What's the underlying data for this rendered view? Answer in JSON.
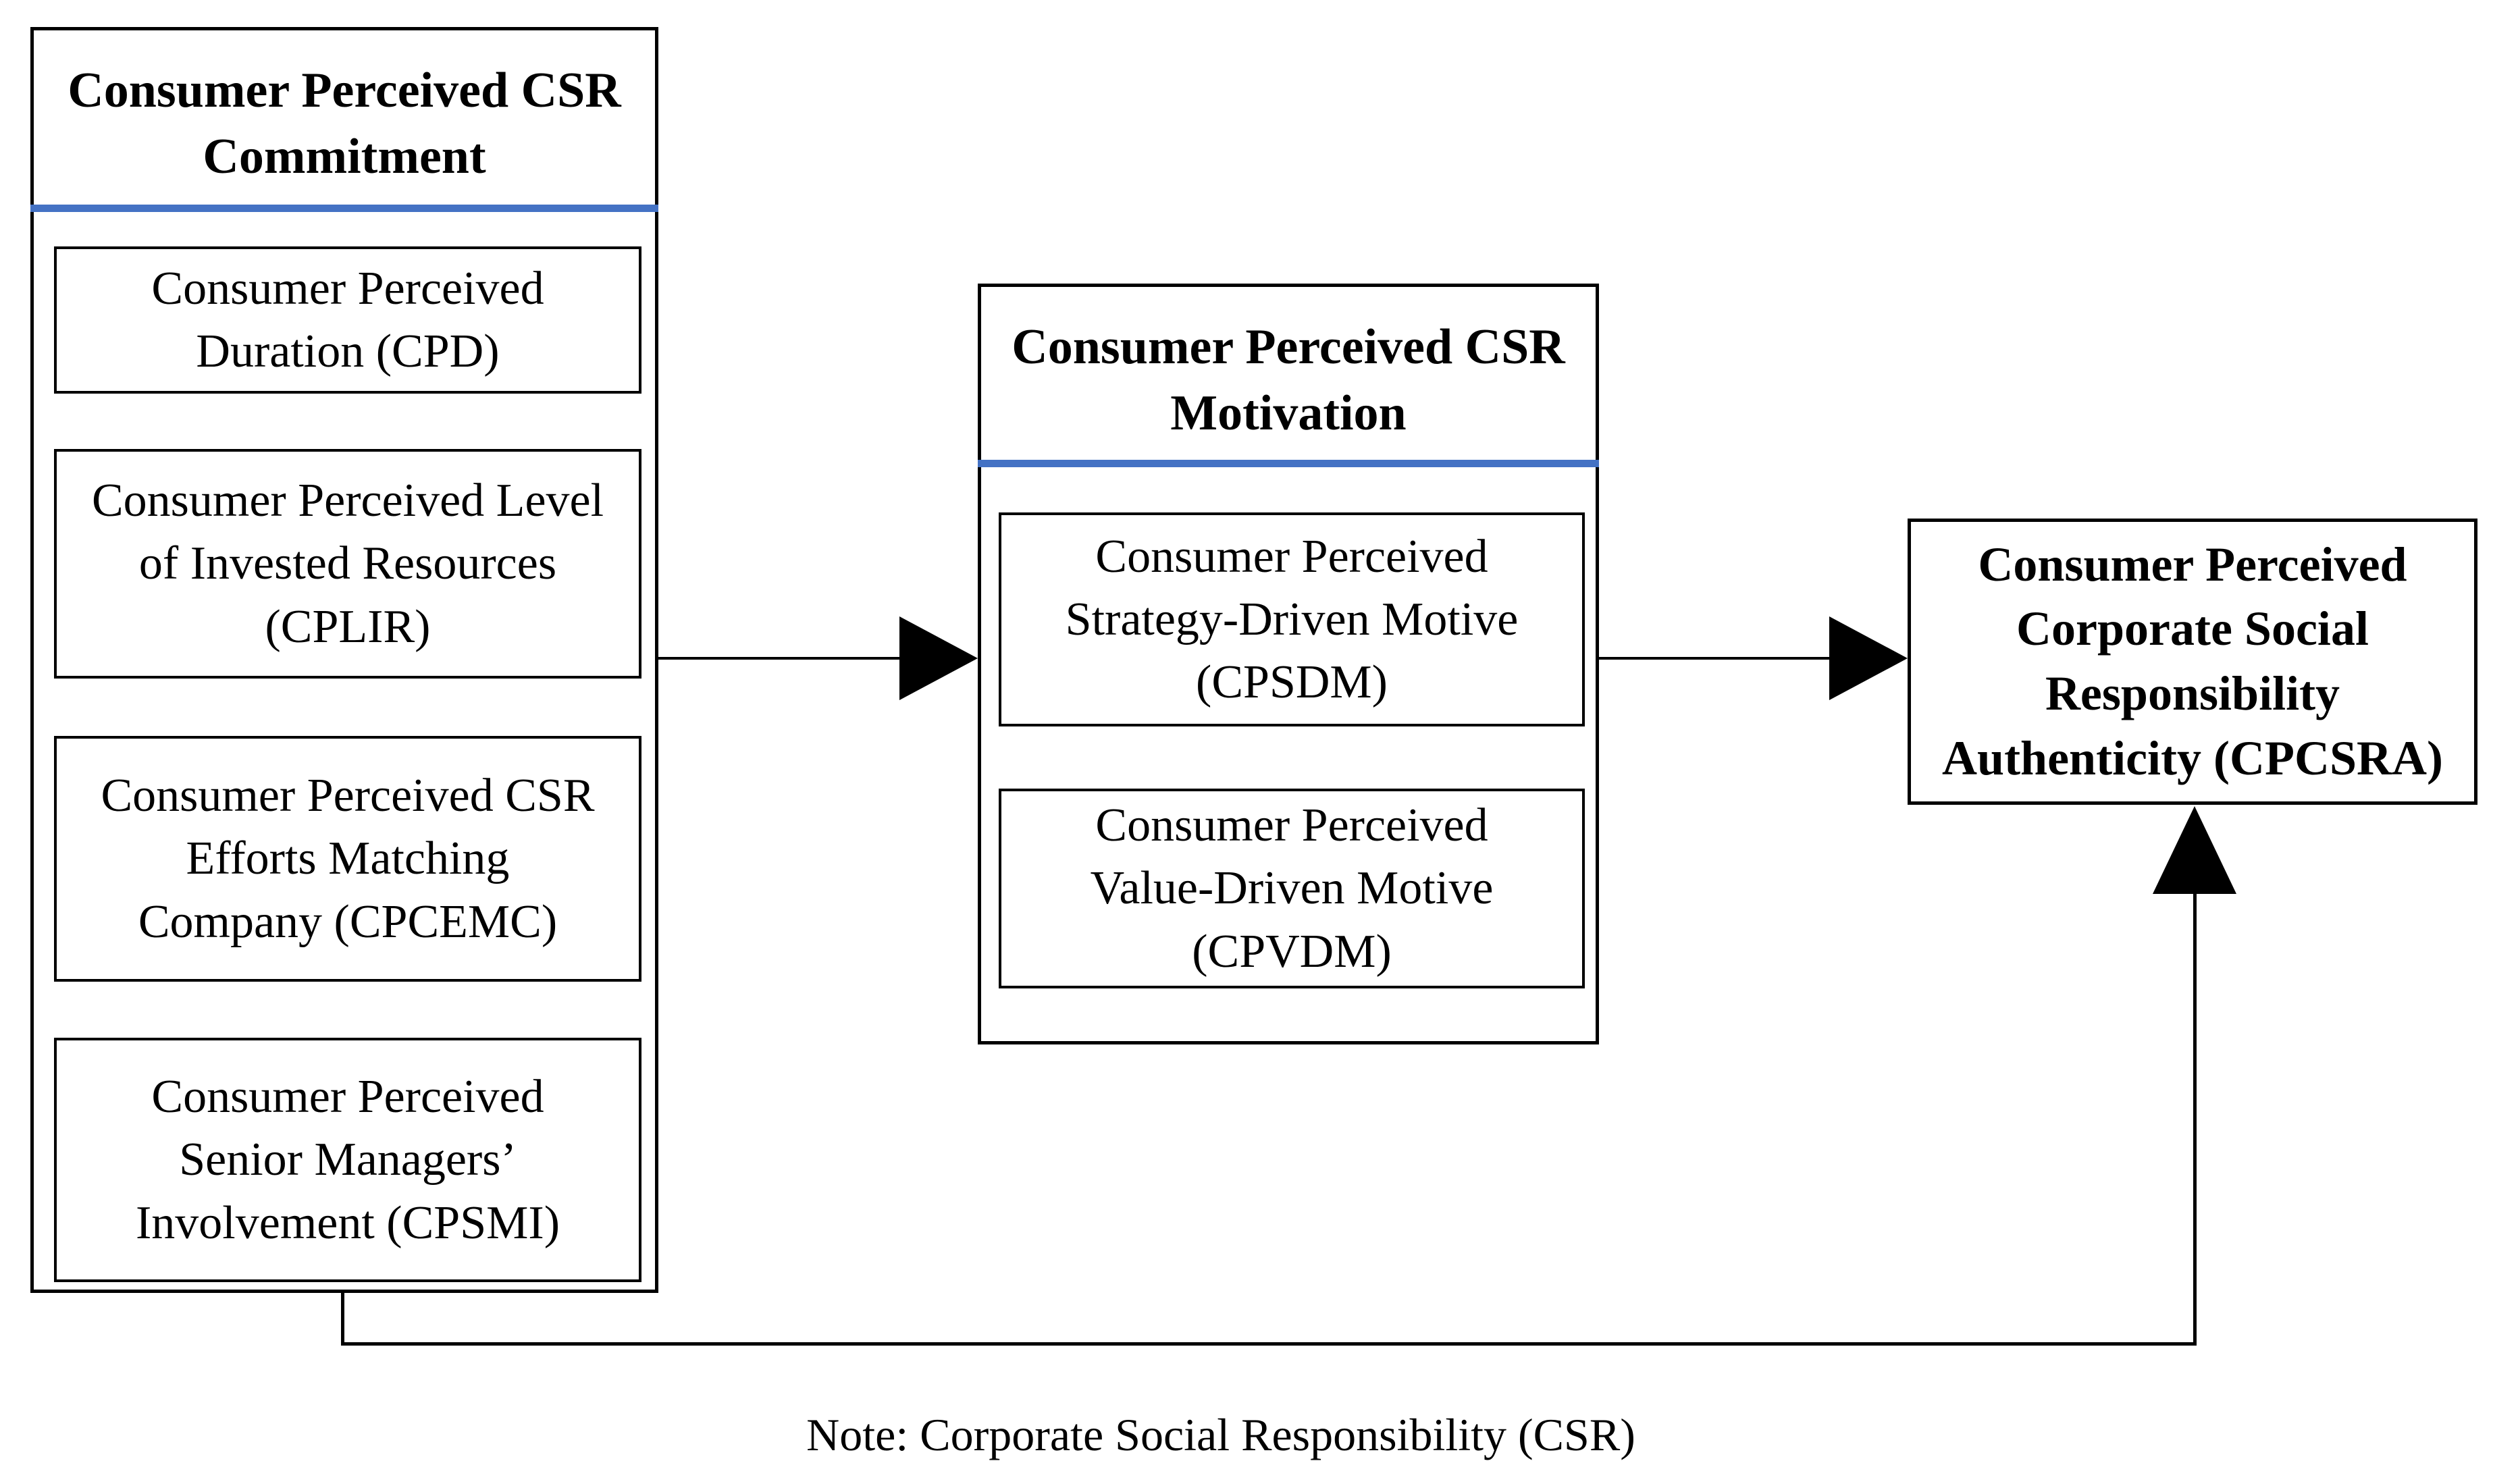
{
  "diagram": {
    "commitment": {
      "title": "Consumer Perceived CSR\nCommitment",
      "items": [
        {
          "label": "Consumer Perceived\nDuration (CPD)"
        },
        {
          "label": "Consumer Perceived Level\nof Invested Resources\n(CPLIR)"
        },
        {
          "label": "Consumer Perceived CSR\nEfforts Matching\nCompany (CPCEMC)"
        },
        {
          "label": "Consumer Perceived\nSenior Managers’\nInvolvement (CPSMI)"
        }
      ]
    },
    "motivation": {
      "title": "Consumer Perceived CSR\nMotivation",
      "items": [
        {
          "label": "Consumer Perceived\nStrategy-Driven Motive\n(CPSDM)"
        },
        {
          "label": "Consumer Perceived\nValue-Driven Motive\n(CPVDM)"
        }
      ]
    },
    "outcome": {
      "label": "Consumer Perceived\nCorporate Social\nResponsibility\nAuthenticity (CPCSRA)"
    },
    "note": "Note: Corporate Social Responsibility (CSR)"
  },
  "colors": {
    "accent_blue": "#4472C4",
    "line_black": "#000000",
    "background": "#FFFFFF"
  }
}
